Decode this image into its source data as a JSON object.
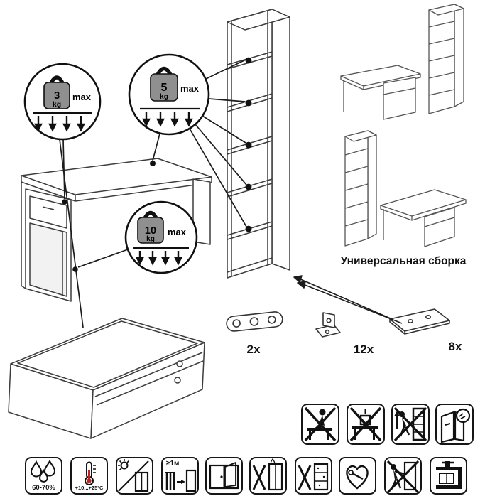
{
  "weight_limits": [
    {
      "value": "3",
      "unit": "kg",
      "max_label": "max"
    },
    {
      "value": "5",
      "unit": "kg",
      "max_label": "max"
    },
    {
      "value": "10",
      "unit": "kg",
      "max_label": "max"
    }
  ],
  "hardware": {
    "connector_plate_qty": "2x",
    "shelf_bracket_qty": "12x",
    "mounting_plate_qty": "8x"
  },
  "labels": {
    "universal_assembly": "Универсальная сборка"
  },
  "care_symbols": {
    "humidity_range": "60-70%",
    "temperature_range": "+10...+25ºC",
    "heater_distance": "≥1м"
  }
}
